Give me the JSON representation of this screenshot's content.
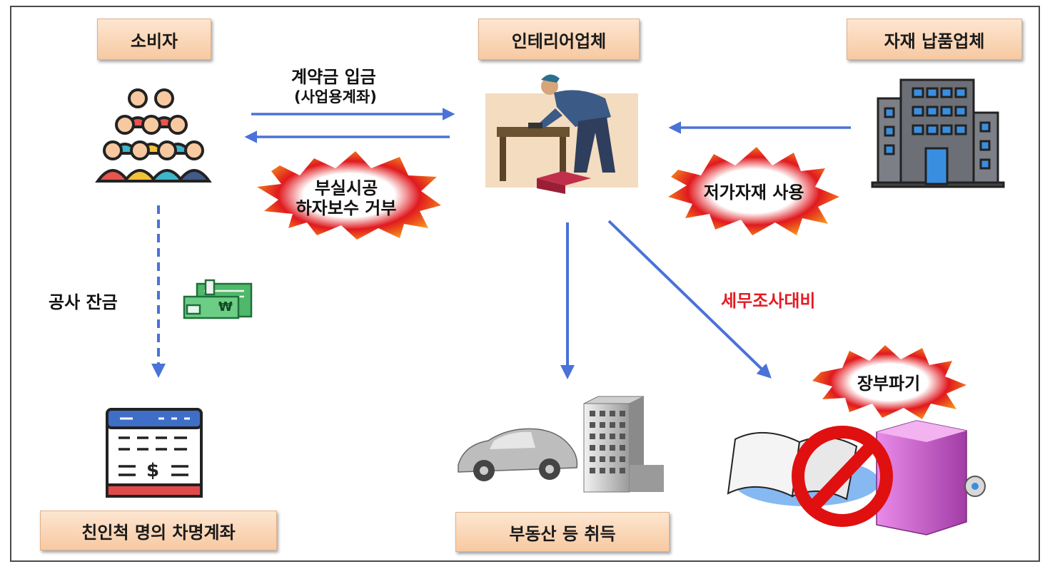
{
  "nodes": {
    "consumer": "소비자",
    "interior": "인테리어업체",
    "supplier": "자재 납품업체",
    "borrowed_account": "친인척 명의 차명계좌",
    "acquisition": "부동산 등 취득"
  },
  "edges": {
    "deposit_line1": "계약금 입금",
    "deposit_line2": "(사업용계좌)",
    "balance": "공사 잔금",
    "tax_audit": "세무조사대비"
  },
  "bursts": {
    "faulty_line1": "부실시공",
    "faulty_line2": "하자보수 거부",
    "cheap_materials": "저가자재 사용",
    "destroy_books": "장부파기"
  },
  "icons": {
    "money": "won-banknote-icon",
    "currency_symbol": "₩",
    "dollar_symbol": "$"
  },
  "colors": {
    "arrow": "#4a72d8",
    "burst_red": "#e0191e",
    "burst_orange": "#f7941d",
    "label_bg": "#f9d3b0",
    "tax_text": "#e31b23"
  }
}
